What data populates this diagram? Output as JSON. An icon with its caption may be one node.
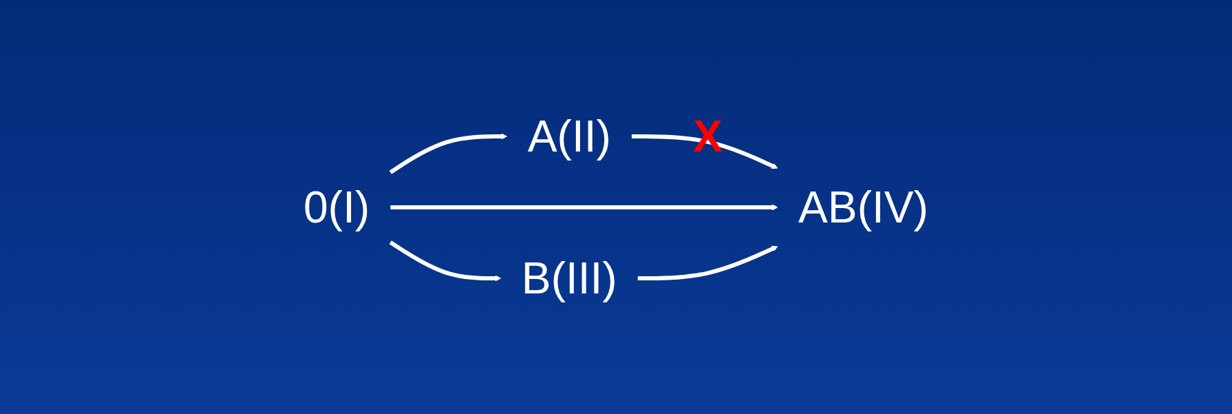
{
  "diagram": {
    "nodes": [
      {
        "text": [
          "0(I)"
        ]
      },
      {
        "text": [
          "A(II)"
        ]
      },
      {
        "text": [
          "B(III)"
        ]
      },
      {
        "text": [
          "AB(IV)"
        ]
      }
    ],
    "edges": [
      {
        "from": 0,
        "to": 1,
        "arrow": "to"
      },
      {
        "from": 1,
        "to": 3,
        "arrow": "to",
        "label": "X"
      },
      {
        "from": 0,
        "to": 3,
        "arrow": "to"
      },
      {
        "from": 0,
        "to": 2,
        "arrow": "to"
      },
      {
        "from": 2,
        "to": 3,
        "arrow": "to"
      }
    ]
  }
}
